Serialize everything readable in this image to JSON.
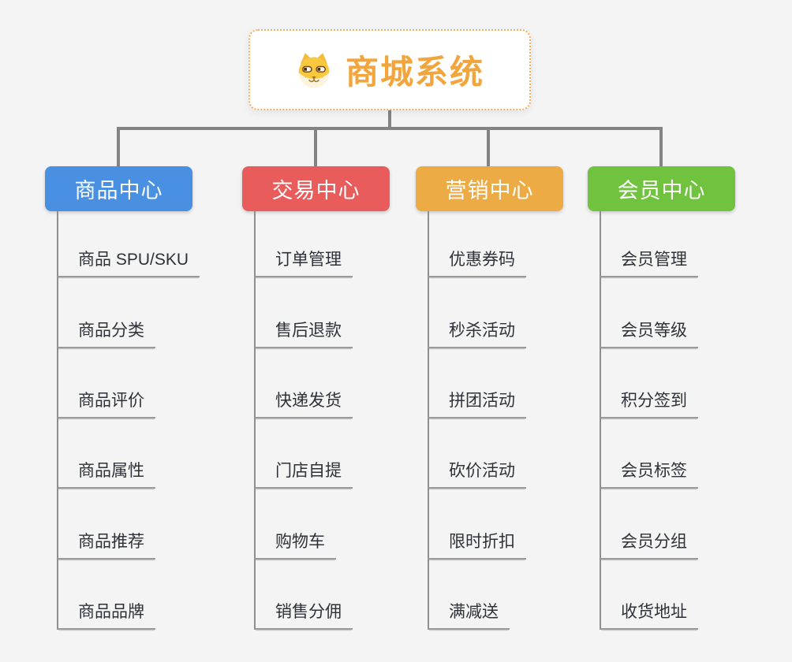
{
  "root": {
    "title": "商城系统",
    "icon": "dog-face-icon",
    "title_color": "#f2a53c",
    "border_color": "#f2ad5a"
  },
  "connector_color": "#838383",
  "branches": [
    {
      "label": "商品中心",
      "color": "#4a90e2",
      "items": [
        "商品 SPU/SKU",
        "商品分类",
        "商品评价",
        "商品属性",
        "商品推荐",
        "商品品牌"
      ]
    },
    {
      "label": "交易中心",
      "color": "#e85c5c",
      "items": [
        "订单管理",
        "售后退款",
        "快递发货",
        "门店自提",
        "购物车",
        "销售分佣"
      ]
    },
    {
      "label": "营销中心",
      "color": "#ecab45",
      "items": [
        "优惠券码",
        "秒杀活动",
        "拼团活动",
        "砍价活动",
        "限时折扣",
        "满减送"
      ]
    },
    {
      "label": "会员中心",
      "color": "#70c23f",
      "items": [
        "会员管理",
        "会员等级",
        "积分签到",
        "会员标签",
        "会员分组",
        "收货地址"
      ]
    }
  ]
}
